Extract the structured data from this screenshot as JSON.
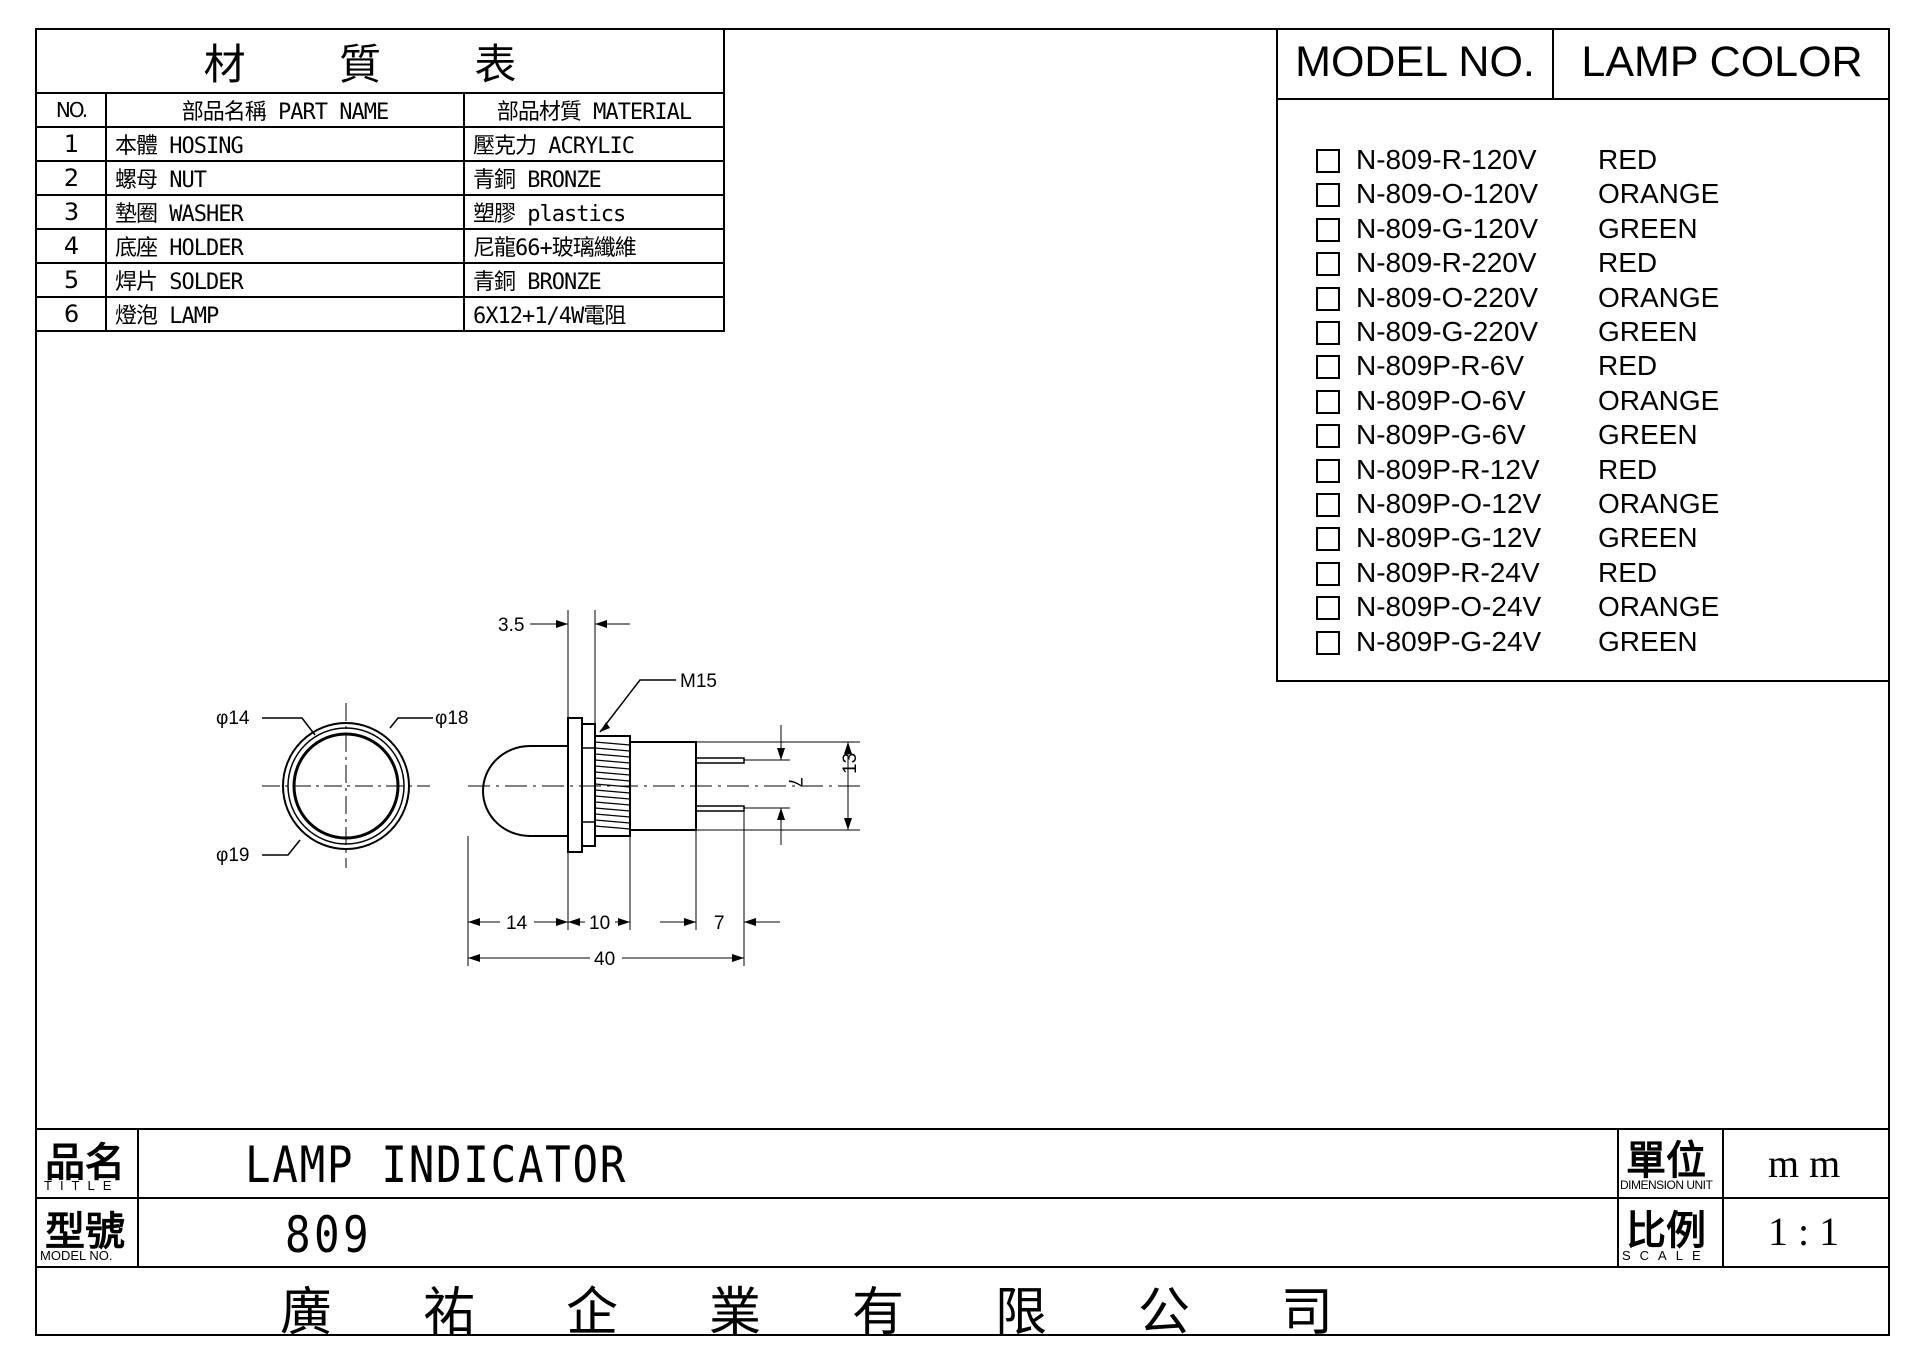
{
  "materials_table": {
    "title": "材 質 表",
    "headers": {
      "no": "NO.",
      "part_name": "部品名稱 PART NAME",
      "material": "部品材質 MATERIAL"
    },
    "rows": [
      {
        "no": "1",
        "part": "本體 HOSING",
        "material": "壓克力 ACRYLIC"
      },
      {
        "no": "2",
        "part": "螺母 NUT",
        "material": "青銅 BRONZE"
      },
      {
        "no": "3",
        "part": "墊圈 WASHER",
        "material": "塑膠 plastics"
      },
      {
        "no": "4",
        "part": "底座 HOLDER",
        "material": "尼龍66+玻璃纖維"
      },
      {
        "no": "5",
        "part": "焊片 SOLDER",
        "material": "青銅 BRONZE"
      },
      {
        "no": "6",
        "part": "燈泡 LAMP",
        "material": "6X12+1/4W電阻"
      }
    ]
  },
  "model_table": {
    "header_model": "MODEL NO.",
    "header_color": "LAMP COLOR",
    "rows": [
      {
        "model": "N-809-R-120V",
        "color": "RED"
      },
      {
        "model": "N-809-O-120V",
        "color": "ORANGE"
      },
      {
        "model": "N-809-G-120V",
        "color": "GREEN"
      },
      {
        "model": "N-809-R-220V",
        "color": "RED"
      },
      {
        "model": "N-809-O-220V",
        "color": "ORANGE"
      },
      {
        "model": "N-809-G-220V",
        "color": "GREEN"
      },
      {
        "model": "N-809P-R-6V",
        "color": "RED"
      },
      {
        "model": "N-809P-O-6V",
        "color": "ORANGE"
      },
      {
        "model": "N-809P-G-6V",
        "color": "GREEN"
      },
      {
        "model": "N-809P-R-12V",
        "color": "RED"
      },
      {
        "model": "N-809P-O-12V",
        "color": "ORANGE"
      },
      {
        "model": "N-809P-G-12V",
        "color": "GREEN"
      },
      {
        "model": "N-809P-R-24V",
        "color": "RED"
      },
      {
        "model": "N-809P-O-24V",
        "color": "ORANGE"
      },
      {
        "model": "N-809P-G-24V",
        "color": "GREEN"
      }
    ]
  },
  "drawing": {
    "dim_phi14": "φ14",
    "dim_phi18": "φ18",
    "dim_phi19": "φ19",
    "dim_3_5": "3.5",
    "dim_m15": "M15",
    "dim_7_vert": "7",
    "dim_13_vert": "13",
    "dim_14": "14",
    "dim_10": "10",
    "dim_7_horiz": "7",
    "dim_40": "40"
  },
  "title_block": {
    "title_label_cn": "品名",
    "title_label_en": "TITLE",
    "title_value": "LAMP INDICATOR",
    "model_label_cn": "型號",
    "model_label_en": "MODEL NO.",
    "model_value": "809",
    "unit_label_cn": "單位",
    "unit_label_en": "DIMENSION UNIT",
    "unit_value": "m m",
    "scale_label_cn": "比例",
    "scale_label_en": "SCALE",
    "scale_value": "1 : 1",
    "company": [
      "廣",
      "祐",
      "企",
      "業",
      "有",
      "限",
      "公",
      "司"
    ]
  }
}
